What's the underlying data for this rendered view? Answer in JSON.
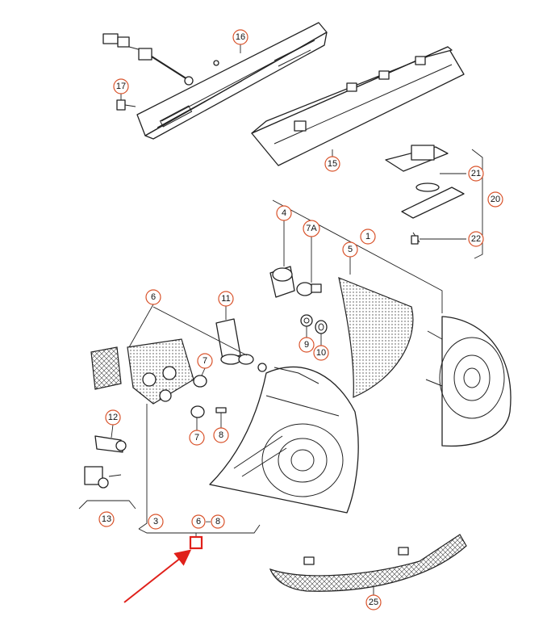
{
  "callouts": [
    {
      "id": "c16",
      "label": "16"
    },
    {
      "id": "c17",
      "label": "17"
    },
    {
      "id": "c15",
      "label": "15"
    },
    {
      "id": "c21",
      "label": "21"
    },
    {
      "id": "c20",
      "label": "20"
    },
    {
      "id": "c22",
      "label": "22"
    },
    {
      "id": "c4",
      "label": "4"
    },
    {
      "id": "c7a",
      "label": "7A"
    },
    {
      "id": "c5",
      "label": "5"
    },
    {
      "id": "c1",
      "label": "1"
    },
    {
      "id": "c6a",
      "label": "6"
    },
    {
      "id": "c11",
      "label": "11"
    },
    {
      "id": "c9",
      "label": "9"
    },
    {
      "id": "c10",
      "label": "10"
    },
    {
      "id": "c7b",
      "label": "7"
    },
    {
      "id": "c7c",
      "label": "7"
    },
    {
      "id": "c8",
      "label": "8"
    },
    {
      "id": "c12",
      "label": "12"
    },
    {
      "id": "c13",
      "label": "13"
    },
    {
      "id": "c3",
      "label": "3"
    },
    {
      "id": "c6b",
      "label": "6"
    },
    {
      "id": "c8b",
      "label": "8"
    },
    {
      "id": "c25",
      "label": "25"
    }
  ],
  "range_separator": "–",
  "colors": {
    "callout_ring": "#d9532b",
    "highlight_box": "#e0201a",
    "arrow": "#e0201a",
    "line": "#222222"
  },
  "icons": {
    "pointer": "arrow-icon",
    "highlight": "highlight-box"
  }
}
